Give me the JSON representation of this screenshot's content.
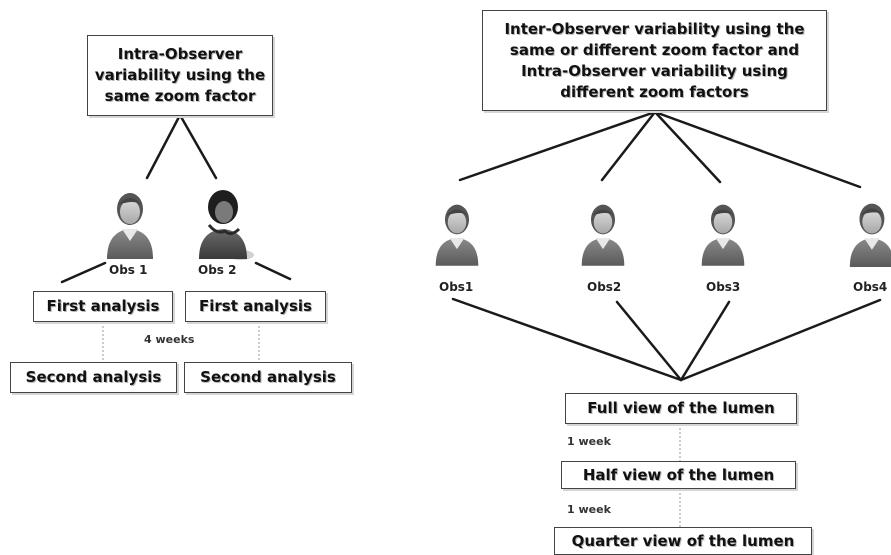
{
  "left": {
    "top_box": "Intra-Observer variability using the same zoom factor",
    "observers": [
      "Obs 1",
      "Obs 2"
    ],
    "first_analysis": [
      "First analysis",
      "First analysis"
    ],
    "interval": "4 weeks",
    "second_analysis": [
      "Second analysis",
      "Second analysis"
    ]
  },
  "right": {
    "top_box": "Inter-Observer variability using the same or different zoom factor and Intra-Observer variability using different zoom factors",
    "observers": [
      "Obs1",
      "Obs2",
      "Obs3",
      "Obs4"
    ],
    "views": [
      "Full view of the lumen",
      "Half view of the lumen",
      "Quarter view of the lumen"
    ],
    "intervals": [
      "1 week",
      "1 week"
    ]
  },
  "icons": {
    "observer": "person-icon",
    "observer_alt": "person-dark-hair-icon"
  },
  "colors": {
    "text": "#111111",
    "line": "#1a1a1a",
    "dotted": "#999999"
  }
}
